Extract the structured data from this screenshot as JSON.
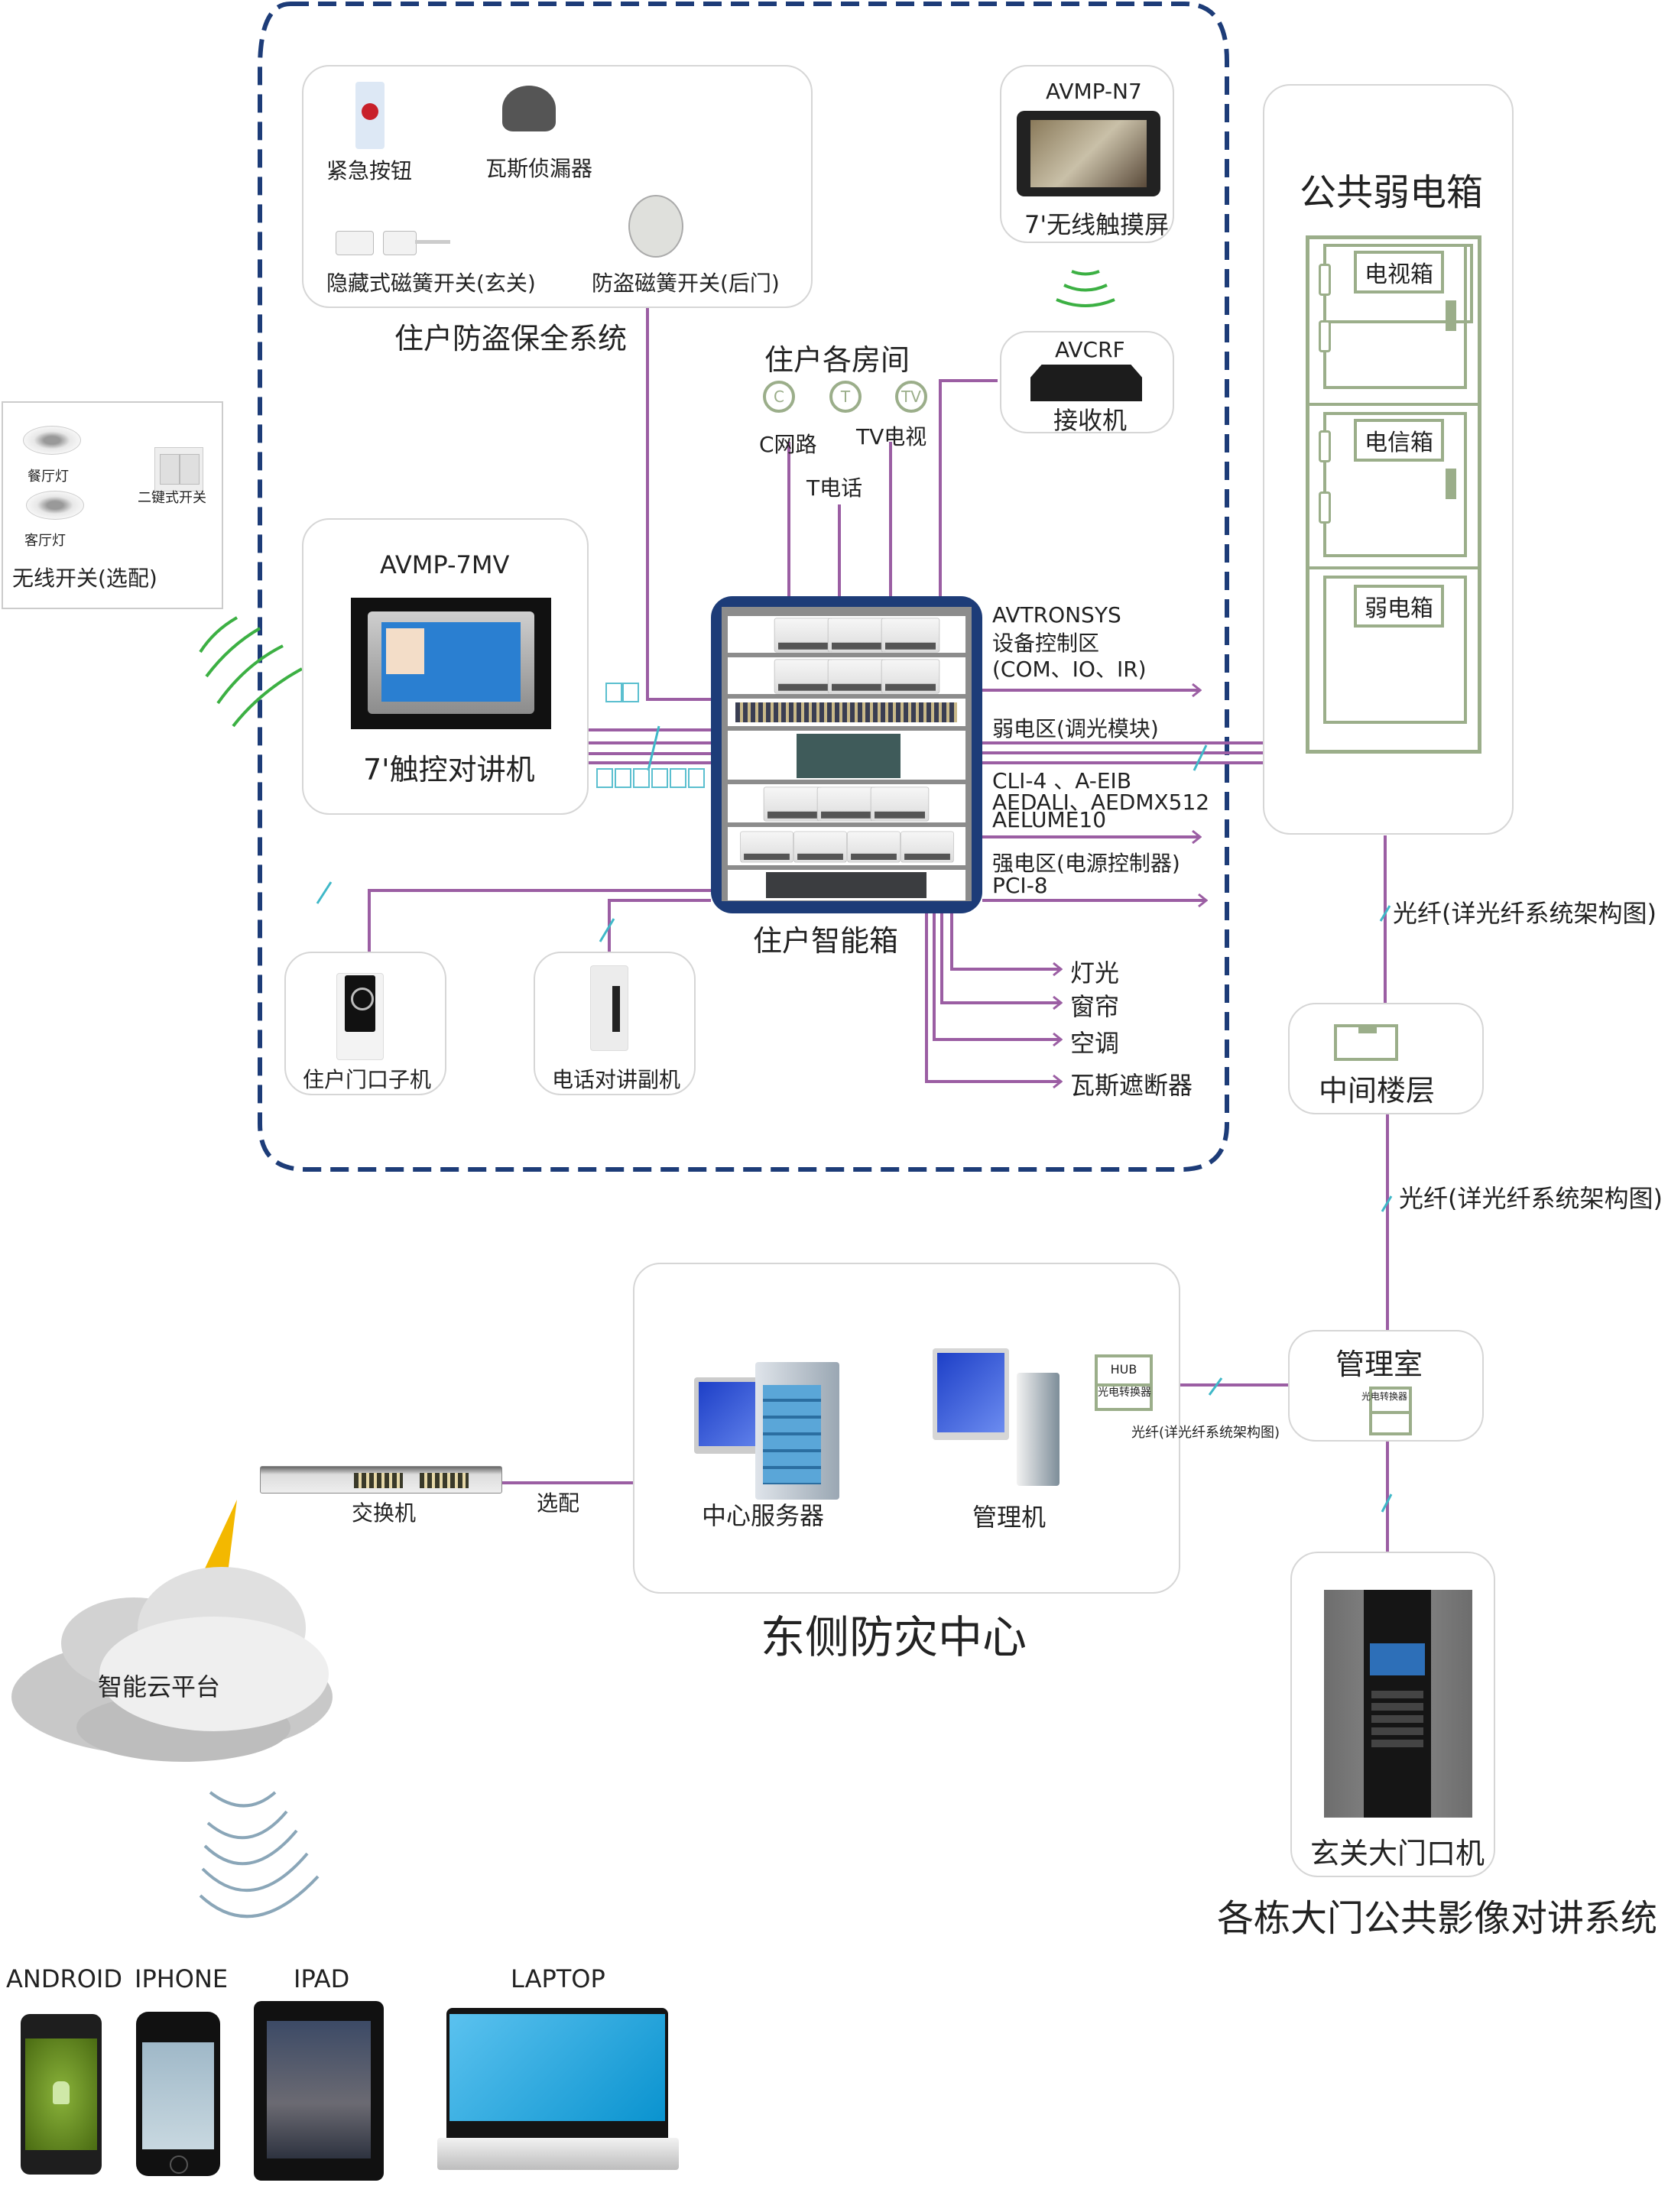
{
  "security": {
    "title": "住户防盗保全系统",
    "items": [
      {
        "label": "紧急按钮"
      },
      {
        "label": "瓦斯侦漏器"
      },
      {
        "label": "隐藏式磁簧开关(玄关)"
      },
      {
        "label": "防盗磁簧开关(后门)"
      }
    ]
  },
  "touchscreen": {
    "model": "AVMP-N7",
    "label": "7'无线触摸屏"
  },
  "receiver": {
    "model": "AVCRF",
    "label": "接收机"
  },
  "rooms": {
    "title": "住户各房间",
    "jacks": [
      {
        "symbol": "C"
      },
      {
        "symbol": "T"
      },
      {
        "symbol": "TV"
      }
    ],
    "lines": {
      "network": "C网路",
      "phone": "T电话",
      "tv": "TV电视"
    }
  },
  "wireless_switch": {
    "dining_light": "餐厅灯",
    "living_light": "客厅灯",
    "switch": "二键式开关",
    "title": "无线开关(选配)"
  },
  "intercom": {
    "model": "AVMP-7MV",
    "label": "7'触控对讲机"
  },
  "smart_box": {
    "label": "住户智能箱",
    "zones": {
      "control_brand": "AVTRONSYS",
      "control_name": "设备控制区",
      "control_ports": "(COM、IO、IR)",
      "weak": "弱电区(调光模块)",
      "models_1": "CLI-4 、A-EIB",
      "models_2": "AEDALI、AEDMX512",
      "models_3": "AELUME10",
      "strong": "强电区(电源控制器)",
      "strong_model": "PCI-8"
    },
    "outputs": [
      "灯光",
      "窗帘",
      "空调",
      "瓦斯遮断器"
    ]
  },
  "door_unit": {
    "label": "住户门口子机"
  },
  "phone_extension": {
    "label": "电话对讲副机"
  },
  "public_box": {
    "title": "公共弱电箱",
    "cabinets": [
      {
        "label": "电视箱"
      },
      {
        "label": "电信箱"
      },
      {
        "label": "弱电箱"
      }
    ]
  },
  "fiber_label": "光纤(详光纤系统架构图)",
  "middle_floor": {
    "label": "中间楼层"
  },
  "management_room": {
    "label": "管理室",
    "converter": "光电转换器"
  },
  "disaster_center": {
    "title": "东侧防灾中心",
    "server": "中心服务器",
    "manager_pc": "管理机",
    "hub": "HUB",
    "converter": "光电转换器",
    "fiber_note": "光纤(详光纤系统架构图)"
  },
  "switch": {
    "label": "交换机",
    "optional": "选配"
  },
  "cloud": {
    "label": "智能云平台"
  },
  "entrance": {
    "label": "玄关大门口机",
    "system": "各栋大门公共影像对讲系统"
  },
  "devices": [
    {
      "label": "ANDROID"
    },
    {
      "label": "IPHONE"
    },
    {
      "label": "IPAD"
    },
    {
      "label": "LAPTOP"
    }
  ],
  "colors": {
    "wire": "#9b5ea3",
    "dashed_border": "#1d3c78",
    "cabinet_green": "#9bae8a",
    "break_mark": "#3fb8c8",
    "wifi_green": "#3cb043"
  }
}
